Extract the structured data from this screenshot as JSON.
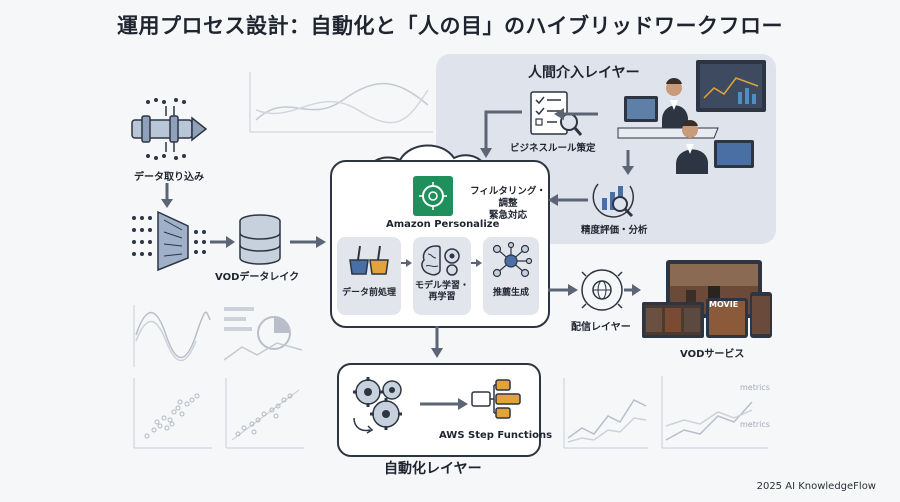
{
  "title": "運用プロセス設計：自動化と「人の目」のハイブリッドワークフロー",
  "human_layer": {
    "title": "人間介入レイヤー",
    "business_rules": "ビジネスルール策定",
    "accuracy_eval": "精度評価・分析"
  },
  "ingest": {
    "label": "データ取り込み"
  },
  "datalake": {
    "label": "VODデータレイク"
  },
  "personalize": {
    "name": "Amazon Personalize",
    "filter_label_1": "フィルタリング・",
    "filter_label_2": "調整",
    "filter_label_3": "緊急対応",
    "step_preprocess": "データ前処理",
    "step_training_1": "モデル学習・",
    "step_training_2": "再学習",
    "step_recommend": "推薦生成"
  },
  "delivery": {
    "label": "配信レイヤー"
  },
  "vod": {
    "label": "VODサービス",
    "poster_text": "MOVIE"
  },
  "automation": {
    "title": "自動化レイヤー",
    "service": "AWS Step Functions"
  },
  "decor": {
    "metrics_1": "metrics",
    "metrics_2": "metrics"
  },
  "footer": "2025 AI KnowledgeFlow",
  "colors": {
    "panel": "#dfe4ec",
    "arrow": "#5b6575",
    "accent_green": "#1f8f5c",
    "dark": "#2d3543"
  }
}
